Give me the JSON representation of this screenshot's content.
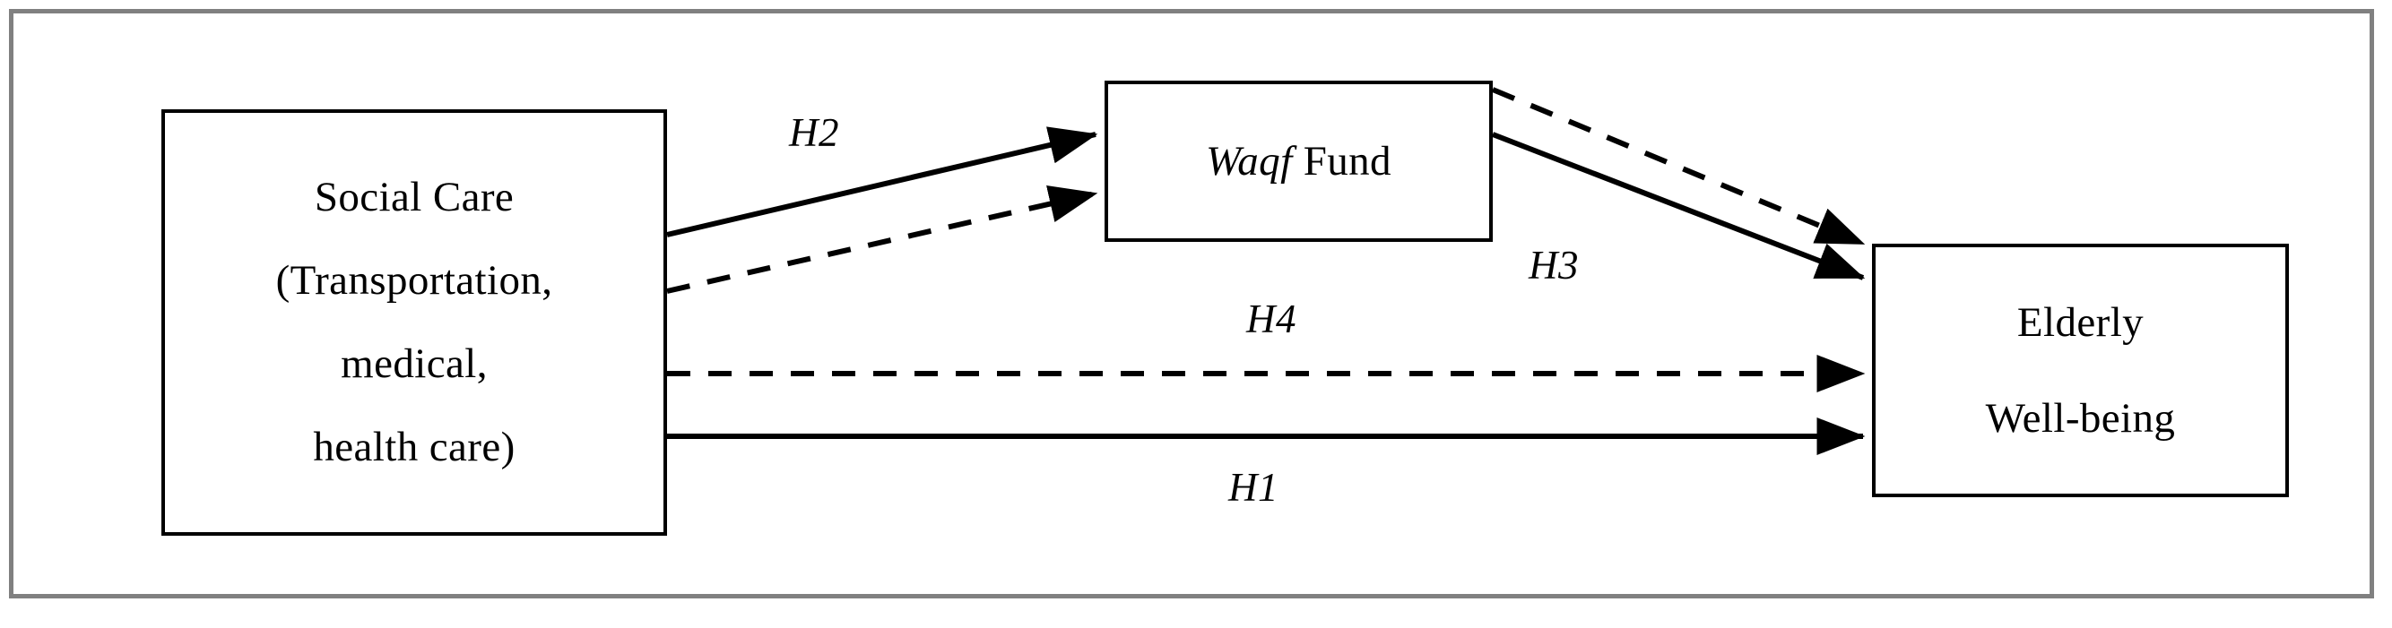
{
  "figure": {
    "type": "conceptual-framework-diagram",
    "frame_color": "#808080",
    "line_color": "#000000",
    "background": "#ffffff"
  },
  "nodes": {
    "social_care": {
      "name": "social-care",
      "lines": [
        "Social Care",
        "(Transportation,",
        "medical,",
        "health care)"
      ]
    },
    "waqf_fund": {
      "name": "waqf-fund",
      "italic_part": "Waqf",
      "regular_part": " Fund",
      "full_text": "Waqf Fund"
    },
    "elderly": {
      "name": "elderly-well-being",
      "lines": [
        "Elderly",
        "Well-being"
      ]
    }
  },
  "edges": [
    {
      "id": "H2",
      "label": "H2",
      "from": "social_care",
      "to": "waqf_fund",
      "style": "solid",
      "arrow": "single"
    },
    {
      "id": "mediation-in",
      "label": "",
      "from": "social_care",
      "to": "waqf_fund",
      "style": "dashed",
      "arrow": "single"
    },
    {
      "id": "H3",
      "label": "H3",
      "from": "waqf_fund",
      "to": "elderly",
      "style": "solid",
      "arrow": "single"
    },
    {
      "id": "mediation-out",
      "label": "",
      "from": "waqf_fund",
      "to": "elderly",
      "style": "dashed",
      "arrow": "single"
    },
    {
      "id": "H4",
      "label": "H4",
      "from": "social_care",
      "to": "elderly",
      "style": "dashed",
      "arrow": "single"
    },
    {
      "id": "H1",
      "label": "H1",
      "from": "social_care",
      "to": "elderly",
      "style": "solid",
      "arrow": "single"
    }
  ],
  "labels": {
    "h1": "H1",
    "h2": "H2",
    "h3": "H3",
    "h4": "H4"
  }
}
